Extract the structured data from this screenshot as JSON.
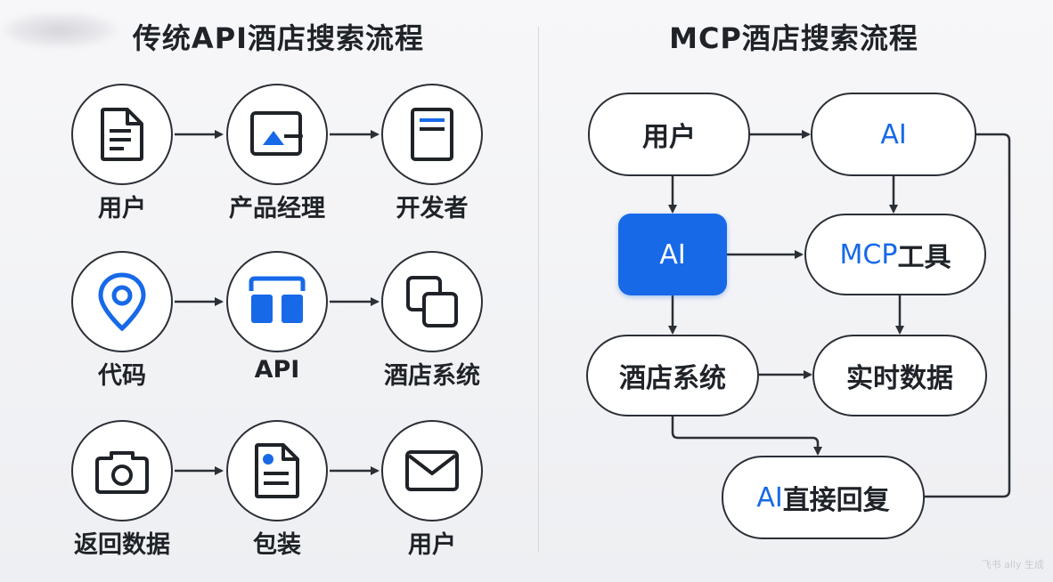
{
  "left": {
    "title": "传统API酒店搜索流程",
    "nodes": [
      {
        "label": "用户",
        "icon": "document-icon"
      },
      {
        "label": "产品经理",
        "icon": "image-slide-icon"
      },
      {
        "label": "开发者",
        "icon": "notebook-icon"
      },
      {
        "label": "代码",
        "icon": "location-pin-icon"
      },
      {
        "label": "API",
        "icon": "api-blocks-icon"
      },
      {
        "label": "酒店系统",
        "icon": "copy-squares-icon"
      },
      {
        "label": "返回数据",
        "icon": "camera-icon"
      },
      {
        "label": "包装",
        "icon": "profile-document-icon"
      },
      {
        "label": "用户",
        "icon": "envelope-icon"
      }
    ]
  },
  "right": {
    "title": "MCP酒店搜索流程",
    "nodes": {
      "user": "用户",
      "ai_top": "AI",
      "ai_active": "AI",
      "mcp_prefix": "MCP",
      "mcp_suffix": "工具",
      "hotel_system": "酒店系统",
      "realtime_data": "实时数据",
      "reply_prefix": "AI",
      "reply_suffix": "直接回复"
    }
  },
  "watermark": "飞书 ally 生成",
  "colors": {
    "accent": "#1769e8",
    "stroke": "#2b2f36"
  }
}
